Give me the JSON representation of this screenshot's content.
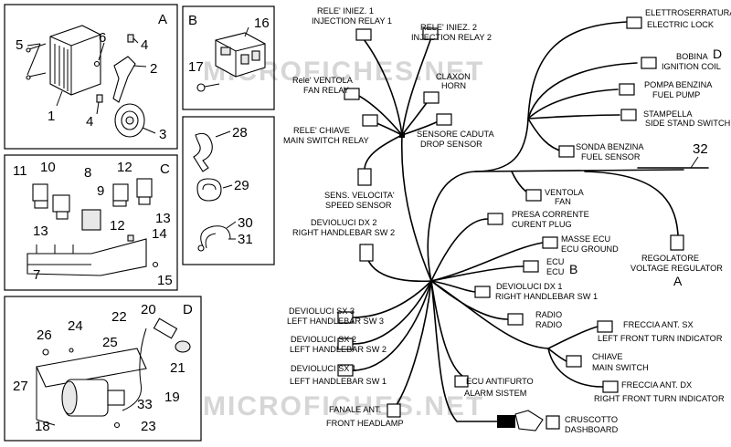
{
  "watermark": "MICROFICHES.NET",
  "panels": {
    "a": {
      "letter": "A",
      "parts": [
        "5",
        "6",
        "4",
        "1",
        "2",
        "4",
        "3"
      ]
    },
    "b": {
      "letter": "B",
      "parts": [
        "16",
        "17"
      ]
    },
    "e": {
      "parts": [
        "28",
        "29",
        "30",
        "31"
      ]
    },
    "c": {
      "letter": "C",
      "parts": [
        "11",
        "10",
        "8",
        "12",
        "9",
        "13",
        "12",
        "13",
        "14",
        "7",
        "15"
      ]
    },
    "d": {
      "letter": "D",
      "parts": [
        "22",
        "20",
        "26",
        "24",
        "25",
        "21",
        "27",
        "19",
        "33",
        "18",
        "23"
      ]
    }
  },
  "connectors": {
    "relay1": [
      "RELE' INIEZ. 1",
      "INJECTION RELAY 1"
    ],
    "relay2": [
      "RELE' INIEZ. 2",
      "INJECTION RELAY 2"
    ],
    "fan_relay": [
      "Rele' VENTOLA",
      "FAN RELAY"
    ],
    "horn": [
      "CLAXON",
      "HORN"
    ],
    "main_relay": [
      "RELE' CHIAVE",
      "MAIN SWITCH RELAY"
    ],
    "drop_sensor": [
      "SENSORE CADUTA",
      "DROP SENSOR"
    ],
    "speed_sensor": [
      "SENS. VELOCITA'",
      "SPEED SENSOR"
    ],
    "rh_sw2": [
      "DEVIOLUCI DX 2",
      "RIGHT HANDLEBAR SW 2"
    ],
    "lh_sw3": [
      "DEVIOLUCI SX 3",
      "LEFT HANDLEBAR SW 3"
    ],
    "lh_sw2": [
      "DEVIOLUCI SX 2",
      "LEFT HANDLEBAR SW 2"
    ],
    "lh_sw1": [
      "DEVIOLUCI SX 1",
      "LEFT HANDLEBAR SW 1"
    ],
    "headlamp": [
      "FANALE ANT.",
      "FRONT HEADLAMP"
    ],
    "electric_lock": [
      "ELETTROSERRATURA",
      "ELECTRIC LOCK"
    ],
    "ignition_coil": [
      "BOBINA",
      "IGNITION COIL"
    ],
    "fuel_pump": [
      "POMPA BENZINA",
      "FUEL PUMP"
    ],
    "side_stand": [
      "STAMPELLA",
      "SIDE STAND SWITCH"
    ],
    "fuel_sensor": [
      "SONDA BENZINA",
      "FUEL SENSOR"
    ],
    "fan": [
      "VENTOLA",
      "FAN"
    ],
    "current_plug": [
      "PRESA CORRENTE",
      "CURENT PLUG"
    ],
    "ecu_ground": [
      "MASSE ECU",
      "ECU GROUND"
    ],
    "ecu": [
      "ECU",
      "ECU"
    ],
    "rh_sw1": [
      "DEVIOLUCI DX 1",
      "RIGHT HANDLEBAR SW 1"
    ],
    "radio": [
      "RADIO",
      "RADIO"
    ],
    "alarm": [
      "ECU ANTIFURTO",
      "ALARM SISTEM"
    ],
    "dashboard": [
      "CRUSCOTTO",
      "DASHBOARD"
    ],
    "lf_turn": [
      "FRECCIA ANT. SX",
      "LEFT FRONT TURN INDICATOR"
    ],
    "main_switch": [
      "CHIAVE",
      "MAIN SWITCH"
    ],
    "rf_turn": [
      "FRECCIA ANT. DX",
      "RIGHT FRONT TURN INDICATOR"
    ],
    "regulator": [
      "REGOLATORE",
      "VOLTAGE REGULATOR"
    ]
  },
  "callouts": {
    "harness": "32",
    "ref_d": "D",
    "ref_b": "B",
    "ref_a": "A"
  }
}
